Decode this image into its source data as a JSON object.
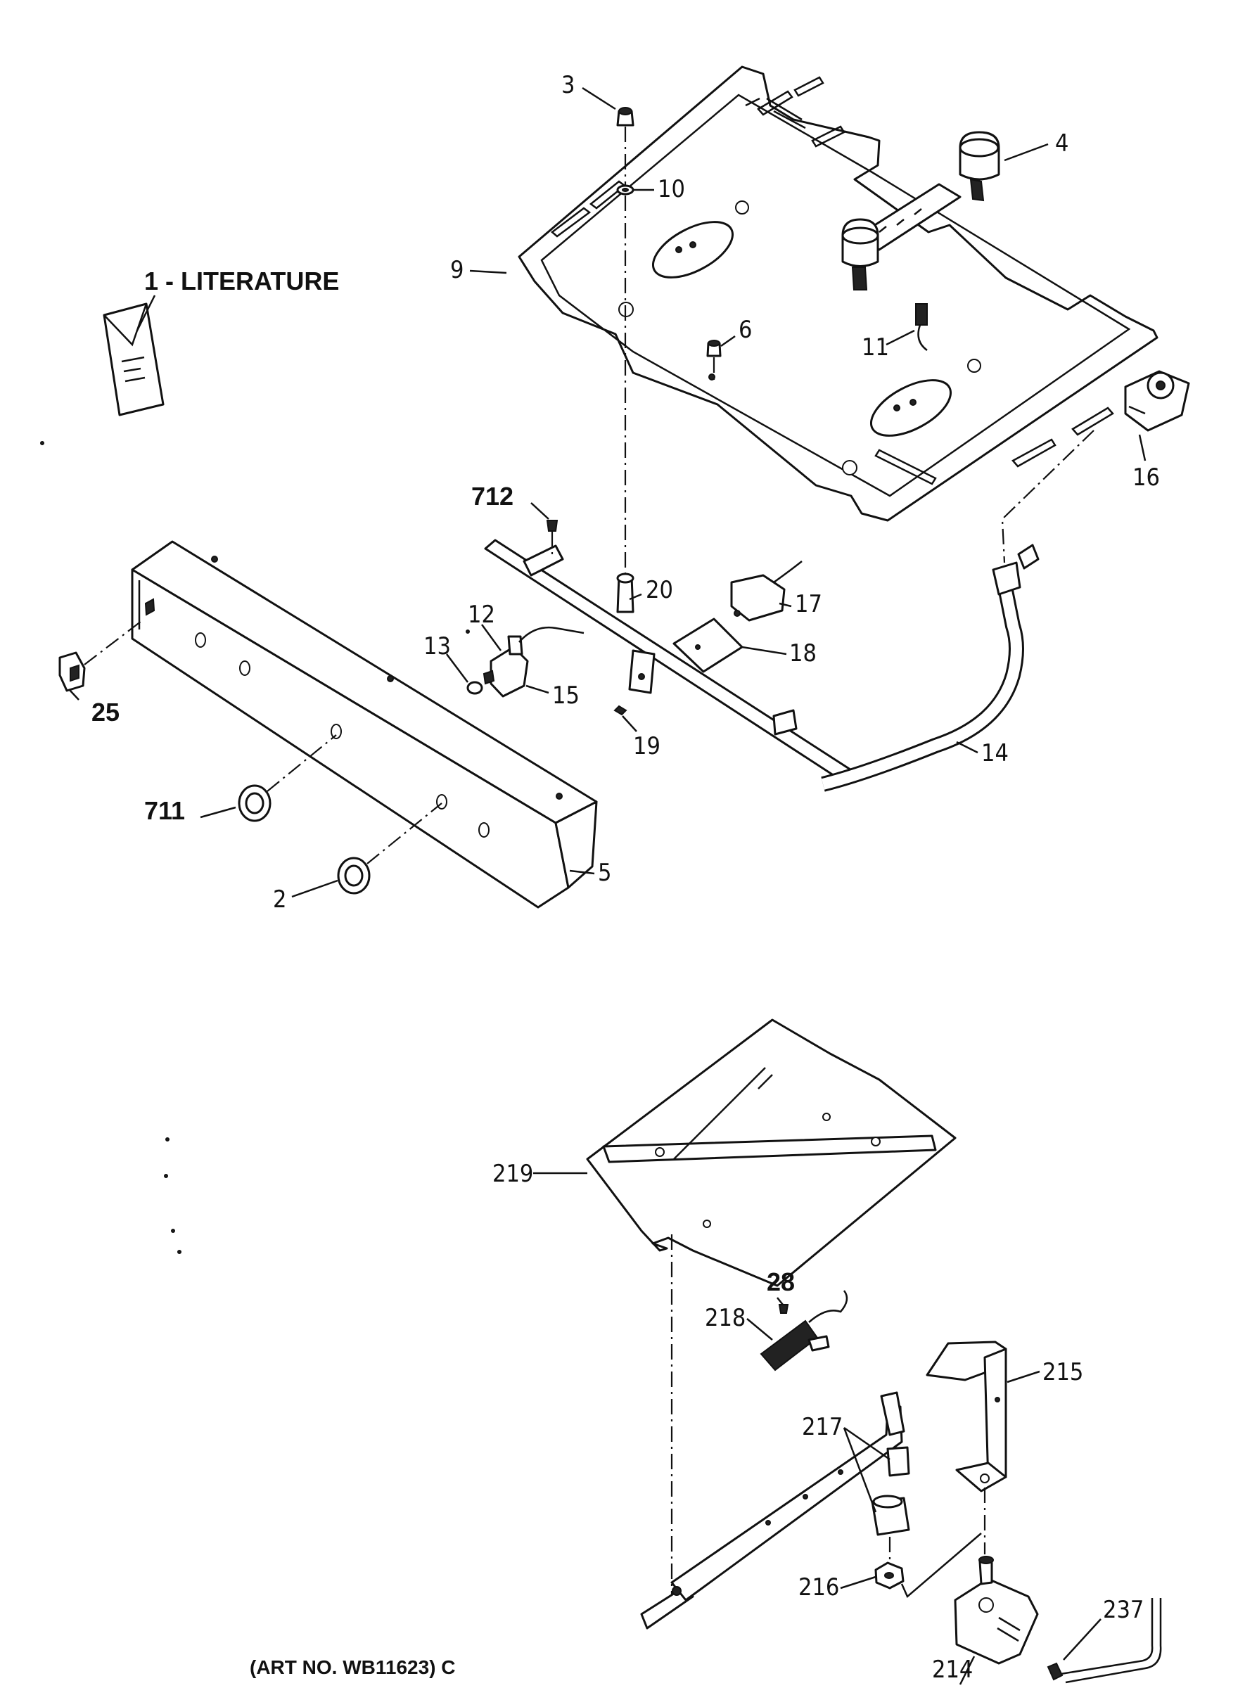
{
  "literature_label": "1 - LITERATURE",
  "art_number": "(ART NO. WB11623) C",
  "callouts": {
    "c2": "2",
    "c3": "3",
    "c4": "4",
    "c5": "5",
    "c6": "6",
    "c9": "9",
    "c10": "10",
    "c11": "11",
    "c12": "12",
    "c13": "13",
    "c14": "14",
    "c15": "15",
    "c16": "16",
    "c17": "17",
    "c18": "18",
    "c19": "19",
    "c20": "20",
    "c25": "25",
    "c28": "28",
    "c214": "214",
    "c215": "215",
    "c216": "216",
    "c217": "217",
    "c218": "218",
    "c219": "219",
    "c237": "237",
    "c711": "711",
    "c712": "712"
  }
}
